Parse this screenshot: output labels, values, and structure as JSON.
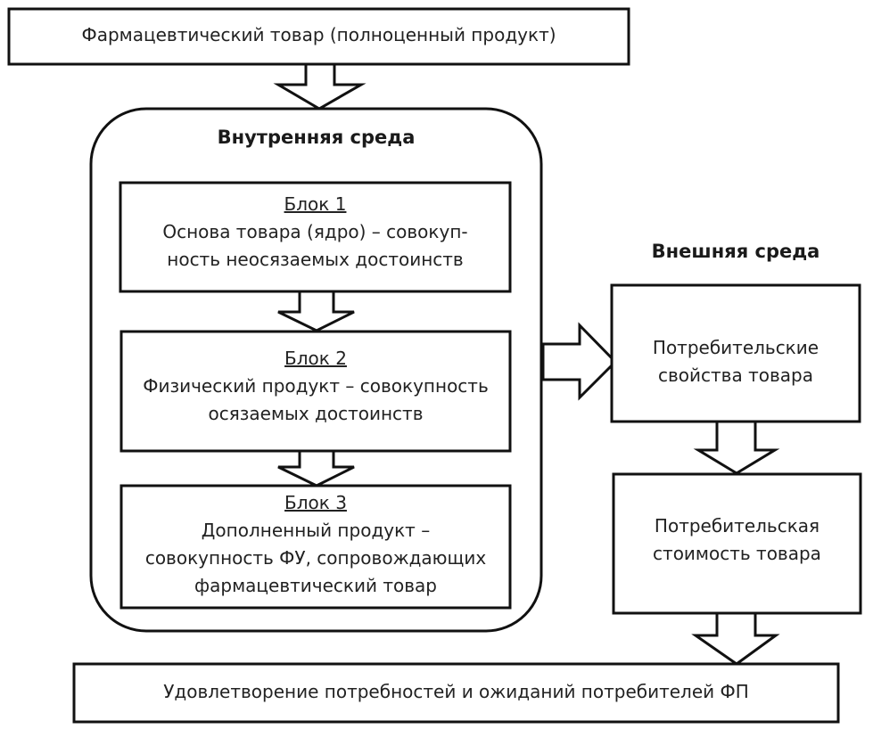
{
  "diagram": {
    "top_box": {
      "text": "Фармацевтический товар (полноценный продукт)"
    },
    "internal_env": {
      "heading": "Внутренняя среда",
      "blocks": [
        {
          "title": "Блок 1",
          "lines": [
            "Основа товара (ядро) – совокуп-",
            "ность неосязаемых достоинств"
          ]
        },
        {
          "title": "Блок 2",
          "lines": [
            "Физический продукт – совокупность",
            "осязаемых достоинств"
          ]
        },
        {
          "title": "Блок 3",
          "lines": [
            "Дополненный продукт –",
            "совокупность ФУ, сопровождающих",
            "фармацевтический товар"
          ]
        }
      ]
    },
    "external_env": {
      "heading": "Внешняя среда",
      "boxes": [
        {
          "lines": [
            "Потребительские",
            "свойства товара"
          ]
        },
        {
          "lines": [
            "Потребительская",
            "стоимость товара"
          ]
        }
      ]
    },
    "bottom_box": {
      "text": "Удовлетворение потребностей и ожиданий потребителей ФП"
    },
    "colors": {
      "stroke": "#111111",
      "fill": "#ffffff",
      "text": "#222222"
    }
  }
}
